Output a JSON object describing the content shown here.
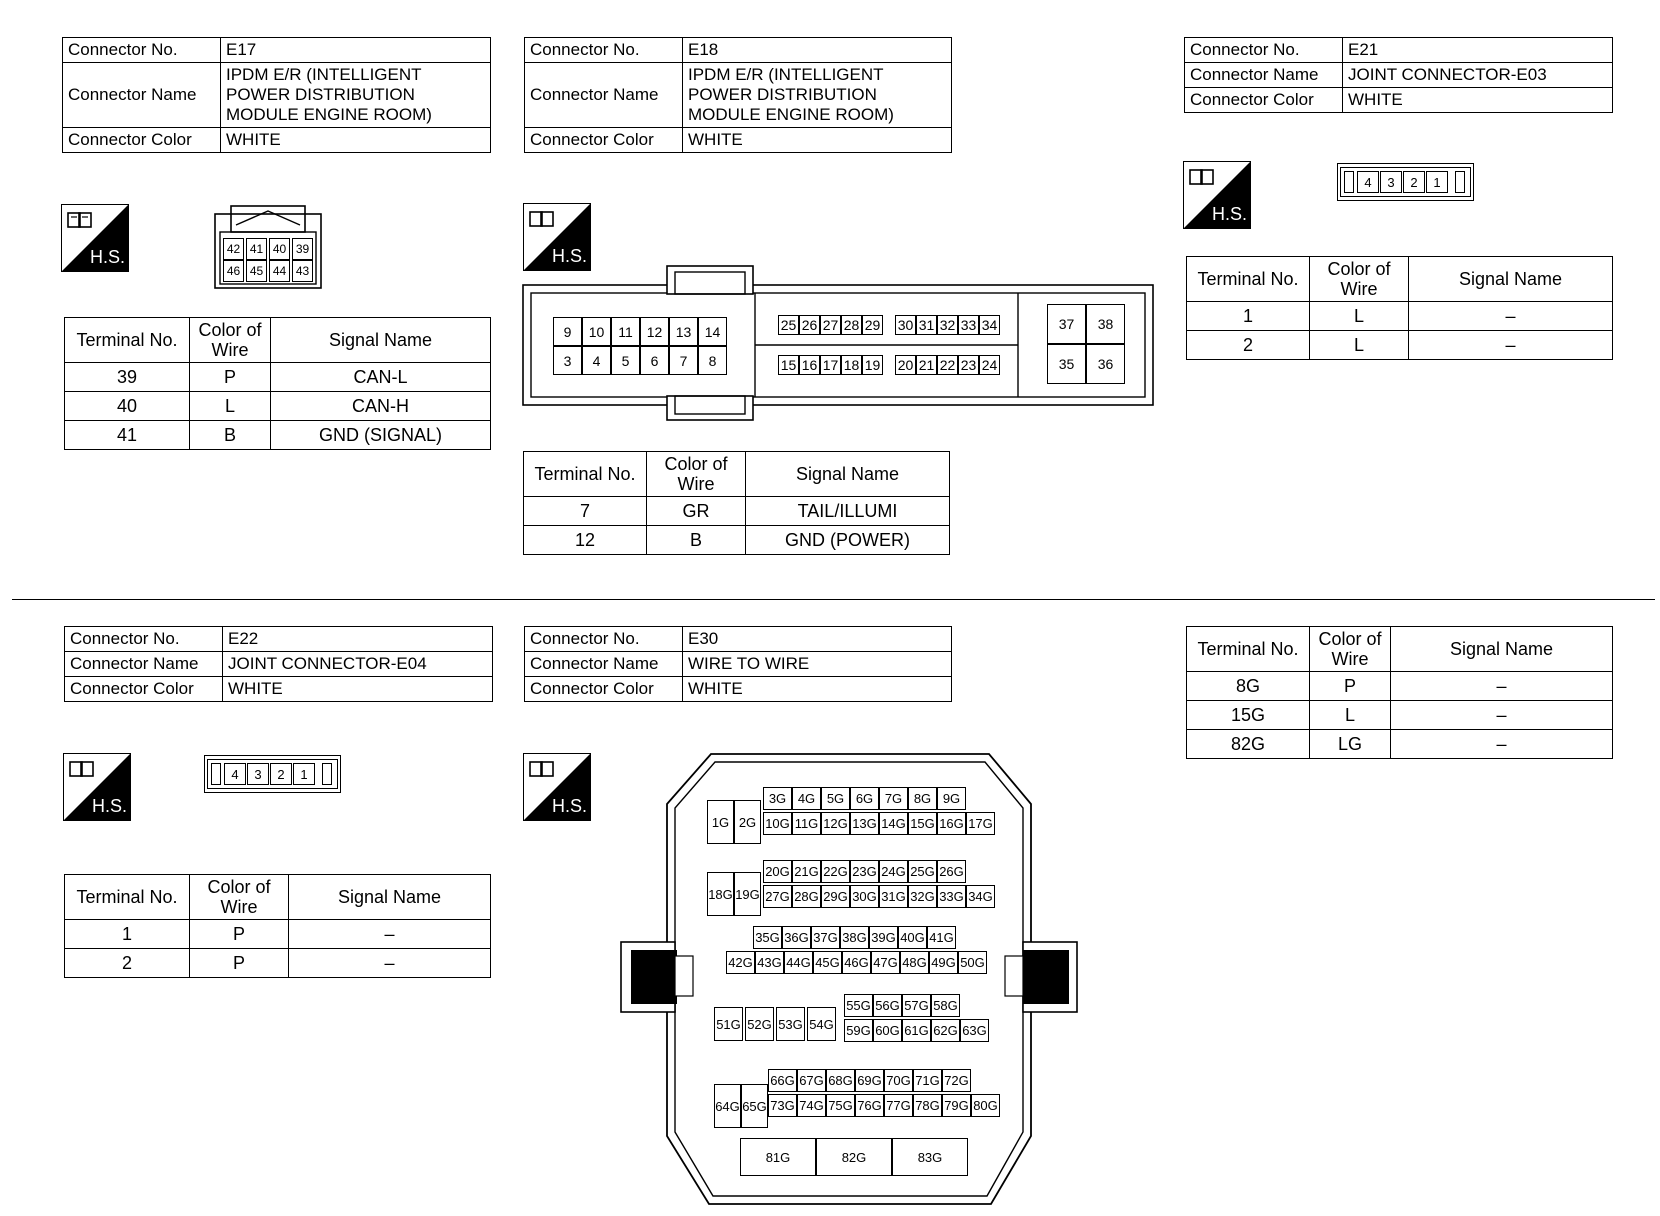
{
  "labels": {
    "connector_no": "Connector No.",
    "connector_name": "Connector Name",
    "connector_color": "Connector Color",
    "terminal_no": "Terminal No.",
    "color_of_wire_1": "Color of",
    "color_of_wire_2": "Wire",
    "signal_name": "Signal Name",
    "hs": "H.S."
  },
  "connectors": {
    "e17": {
      "no": "E17",
      "name_l1": "IPDM E/R (INTELLIGENT",
      "name_l2": "POWER DISTRIBUTION",
      "name_l3": "MODULE ENGINE ROOM)",
      "color": "WHITE",
      "pins_top": [
        "42",
        "41",
        "40",
        "39"
      ],
      "pins_bottom": [
        "46",
        "45",
        "44",
        "43"
      ],
      "terminals": [
        {
          "no": "39",
          "color": "P",
          "signal": "CAN-L"
        },
        {
          "no": "40",
          "color": "L",
          "signal": "CAN-H"
        },
        {
          "no": "41",
          "color": "B",
          "signal": "GND (SIGNAL)"
        }
      ]
    },
    "e18": {
      "no": "E18",
      "name_l1": "IPDM E/R (INTELLIGENT",
      "name_l2": "POWER DISTRIBUTION",
      "name_l3": "MODULE ENGINE ROOM)",
      "color": "WHITE",
      "group_a_top": [
        "9",
        "10",
        "11",
        "12",
        "13",
        "14"
      ],
      "group_a_bottom": [
        "3",
        "4",
        "5",
        "6",
        "7",
        "8"
      ],
      "group_b_top": [
        "25",
        "26",
        "27",
        "28",
        "29"
      ],
      "group_b_top2": [
        "30",
        "31",
        "32",
        "33",
        "34"
      ],
      "group_b_bottom": [
        "15",
        "16",
        "17",
        "18",
        "19"
      ],
      "group_b_bottom2": [
        "20",
        "21",
        "22",
        "23",
        "24"
      ],
      "group_c": [
        "37",
        "38",
        "35",
        "36"
      ],
      "terminals": [
        {
          "no": "7",
          "color": "GR",
          "signal": "TAIL/ILLUMI"
        },
        {
          "no": "12",
          "color": "B",
          "signal": "GND (POWER)"
        }
      ]
    },
    "e21": {
      "no": "E21",
      "name": "JOINT CONNECTOR-E03",
      "color": "WHITE",
      "pins": [
        "4",
        "3",
        "2",
        "1"
      ],
      "terminals": [
        {
          "no": "1",
          "color": "L",
          "signal": "–"
        },
        {
          "no": "2",
          "color": "L",
          "signal": "–"
        }
      ]
    },
    "e22": {
      "no": "E22",
      "name": "JOINT CONNECTOR-E04",
      "color": "WHITE",
      "pins": [
        "4",
        "3",
        "2",
        "1"
      ],
      "terminals": [
        {
          "no": "1",
          "color": "P",
          "signal": "–"
        },
        {
          "no": "2",
          "color": "P",
          "signal": "–"
        }
      ]
    },
    "e30": {
      "no": "E30",
      "name": "WIRE TO WIRE",
      "color": "WHITE",
      "row1_left": [
        "1G",
        "2G"
      ],
      "row1_top": [
        "3G",
        "4G",
        "5G",
        "6G",
        "7G",
        "8G",
        "9G"
      ],
      "row1_bottom": [
        "10G",
        "11G",
        "12G",
        "13G",
        "14G",
        "15G",
        "16G",
        "17G"
      ],
      "row2_left": [
        "18G",
        "19G"
      ],
      "row2_top": [
        "20G",
        "21G",
        "22G",
        "23G",
        "24G",
        "25G",
        "26G"
      ],
      "row2_bottom": [
        "27G",
        "28G",
        "29G",
        "30G",
        "31G",
        "32G",
        "33G",
        "34G"
      ],
      "row3_top": [
        "35G",
        "36G",
        "37G",
        "38G",
        "39G",
        "40G",
        "41G"
      ],
      "row3_bottom": [
        "42G",
        "43G",
        "44G",
        "45G",
        "46G",
        "47G",
        "48G",
        "49G",
        "50G"
      ],
      "row4_left": [
        "51G",
        "52G",
        "53G",
        "54G"
      ],
      "row4_top": [
        "55G",
        "56G",
        "57G",
        "58G"
      ],
      "row4_bottom": [
        "59G",
        "60G",
        "61G",
        "62G",
        "63G"
      ],
      "row5_left": [
        "64G",
        "65G"
      ],
      "row5_top": [
        "66G",
        "67G",
        "68G",
        "69G",
        "70G",
        "71G",
        "72G"
      ],
      "row5_bottom": [
        "73G",
        "74G",
        "75G",
        "76G",
        "77G",
        "78G",
        "79G",
        "80G"
      ],
      "row6": [
        "81G",
        "82G",
        "83G"
      ],
      "terminals": [
        {
          "no": "8G",
          "color": "P",
          "signal": "–"
        },
        {
          "no": "15G",
          "color": "L",
          "signal": "–"
        },
        {
          "no": "82G",
          "color": "LG",
          "signal": "–"
        }
      ]
    }
  }
}
